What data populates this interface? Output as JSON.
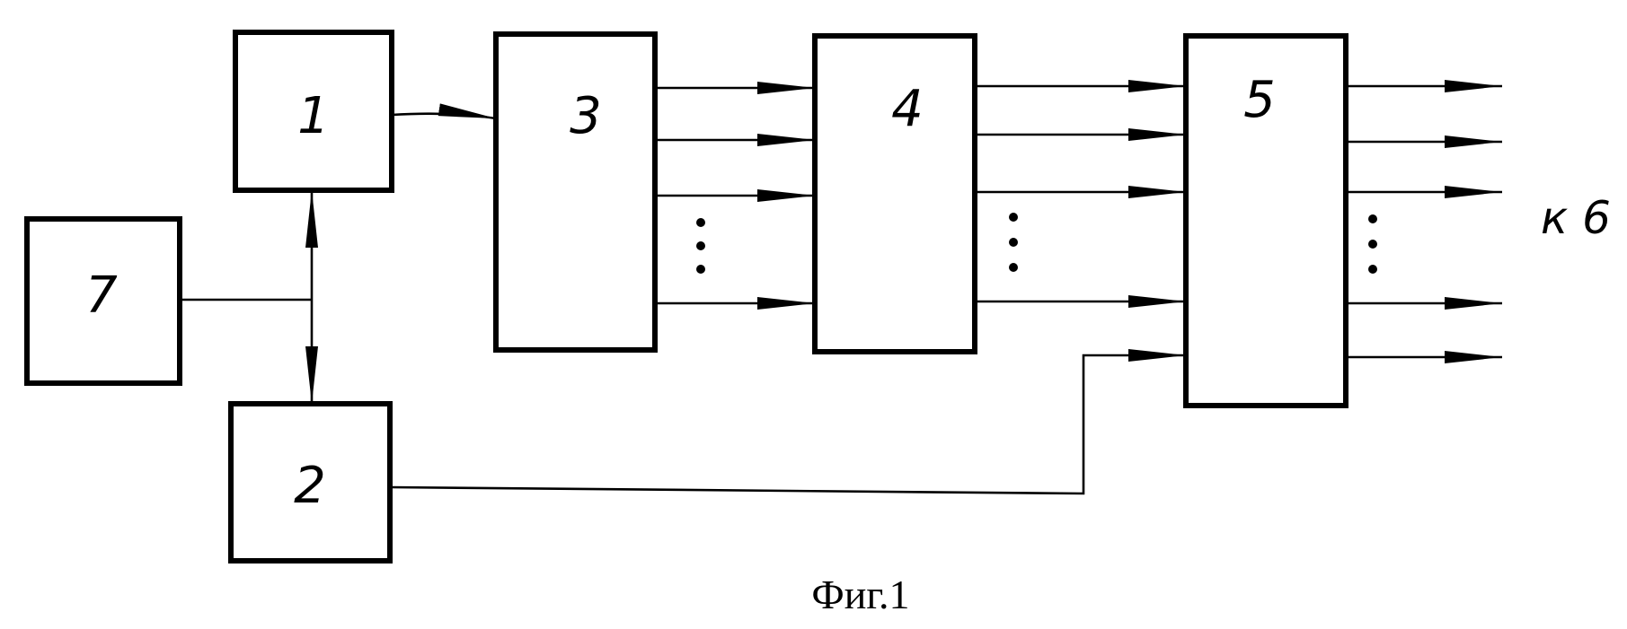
{
  "blocks": {
    "b1": "1",
    "b2": "2",
    "b3": "3",
    "b4": "4",
    "b5": "5",
    "b7": "7"
  },
  "output_label": "к 6",
  "caption": "Фиг.1"
}
